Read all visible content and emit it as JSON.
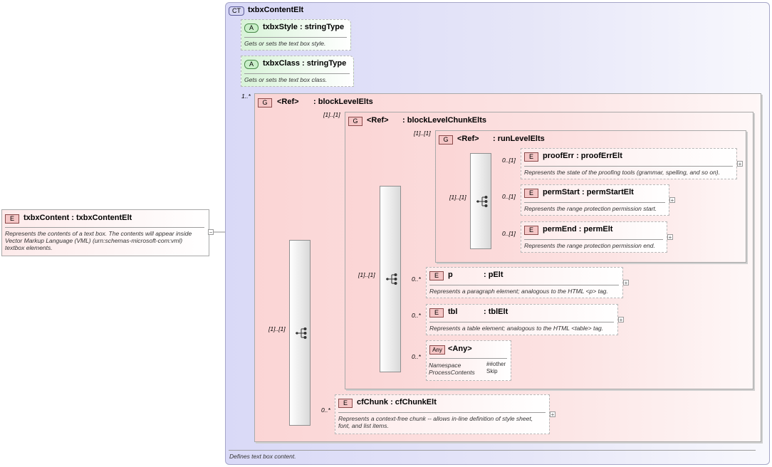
{
  "complex_type": {
    "badge": "CT",
    "name": "txbxContentElt",
    "description": "Defines text box content."
  },
  "root_element": {
    "badge": "E",
    "name": "txbxContent",
    "type": "txbxContentElt",
    "description_lines": [
      "Represents the contents of a text box. The contents will appear inside",
      "Vector Markup Language (VML) (urn:schemas-microsoft-com:vml)",
      "textbox elements."
    ]
  },
  "attributes": [
    {
      "badge": "A",
      "name": "txbxStyle",
      "type": "stringType",
      "description": "Gets or sets the text box style."
    },
    {
      "badge": "A",
      "name": "txbxClass",
      "type": "stringType",
      "description": "Gets or sets the text box class."
    }
  ],
  "groups": [
    {
      "badge": "G",
      "ref": "<Ref>",
      "name": "blockLevelElts",
      "cardinality": "1..*"
    },
    {
      "badge": "G",
      "ref": "<Ref>",
      "name": "blockLevelChunkElts",
      "cardinality": "[1]..[1]"
    },
    {
      "badge": "G",
      "ref": "<Ref>",
      "name": "runLevelElts",
      "cardinality": "[1]..[1]"
    }
  ],
  "sequence_cardinalities": {
    "outer": "[1]..[1]",
    "chunk": "[1]..[1]",
    "run": "[1]..[1]"
  },
  "elements": [
    {
      "id": "proofErr",
      "badge": "E",
      "name": "proofErr",
      "type": "proofErrElt",
      "cardinality": "0..[1]",
      "description": "Represents the state of the proofing tools (grammar, spelling, and so on)."
    },
    {
      "id": "permStart",
      "badge": "E",
      "name": "permStart",
      "type": "permStartElt",
      "cardinality": "0..[1]",
      "description": "Represents the range protection permission start."
    },
    {
      "id": "permEnd",
      "badge": "E",
      "name": "permEnd",
      "type": "permElt",
      "cardinality": "0..[1]",
      "description": "Represents the range protection permission end."
    },
    {
      "id": "p",
      "badge": "E",
      "name": "p",
      "type": "pElt",
      "cardinality": "0..*",
      "description": "Represents a paragraph element; analogous to the HTML <p> tag."
    },
    {
      "id": "tbl",
      "badge": "E",
      "name": "tbl",
      "type": "tblElt",
      "cardinality": "0..*",
      "description": "Represents a table element; analogous to the HTML <table> tag."
    },
    {
      "id": "cfChunk",
      "badge": "E",
      "name": "cfChunk",
      "type": "cfChunkElt",
      "cardinality": "0..*",
      "description_lines": [
        "Represents a context-free chunk -- allows in-line definition of style sheet,",
        "font, and list items."
      ]
    }
  ],
  "any": {
    "badge": "Any",
    "name": "<Any>",
    "cardinality": "0..*",
    "rows": [
      {
        "key": "Namespace",
        "value": "##other"
      },
      {
        "key": "ProcessContents",
        "value": "Skip"
      }
    ]
  },
  "colon": ":",
  "expand_symbol": "+",
  "collapse_symbol": "−"
}
